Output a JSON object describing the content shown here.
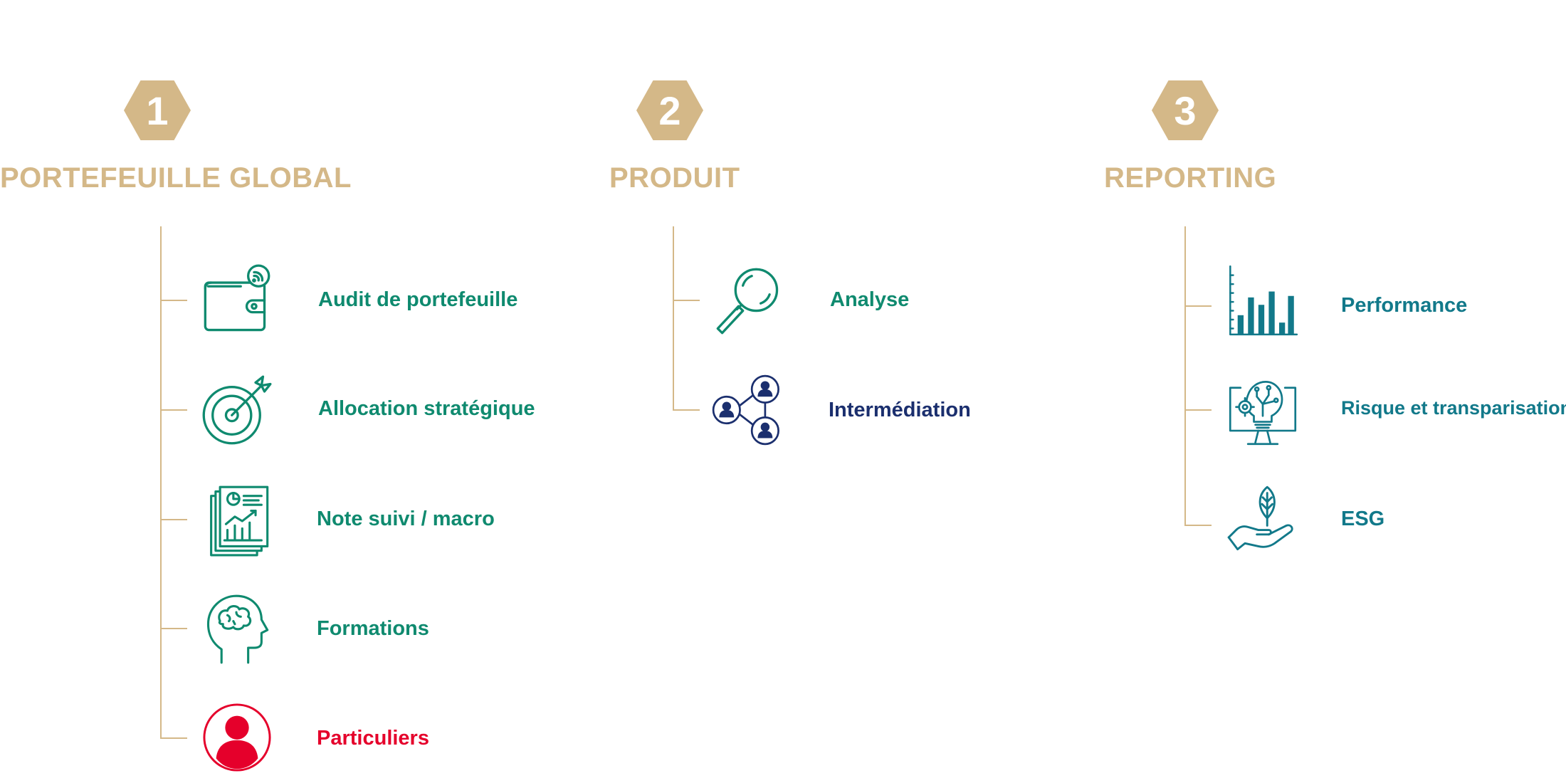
{
  "colors": {
    "gold": "#d4b888",
    "green": "#0f8a6f",
    "navy": "#1b2f6e",
    "teal": "#12798a",
    "red": "#e5002b"
  },
  "sections": [
    {
      "number": "1",
      "title": "PORTEFEUILLE GLOBAL",
      "items": [
        {
          "label": "Audit de portefeuille",
          "icon": "wallet-wifi-icon"
        },
        {
          "label": "Allocation stratégique",
          "icon": "target-arrow-icon"
        },
        {
          "label": "Note suivi / macro",
          "icon": "report-documents-icon"
        },
        {
          "label": "Formations",
          "icon": "head-brain-icon"
        },
        {
          "label": "Particuliers",
          "icon": "user-circle-icon"
        }
      ]
    },
    {
      "number": "2",
      "title": "PRODUIT",
      "items": [
        {
          "label": "Analyse",
          "icon": "magnifier-icon"
        },
        {
          "label": "Intermédiation",
          "icon": "people-network-icon"
        }
      ]
    },
    {
      "number": "3",
      "title": "REPORTING",
      "items": [
        {
          "label": "Performance",
          "icon": "bar-chart-icon"
        },
        {
          "label": "Risque et transparisation",
          "icon": "bulb-monitor-icon"
        },
        {
          "label": "ESG",
          "icon": "hand-leaf-icon"
        }
      ]
    }
  ]
}
